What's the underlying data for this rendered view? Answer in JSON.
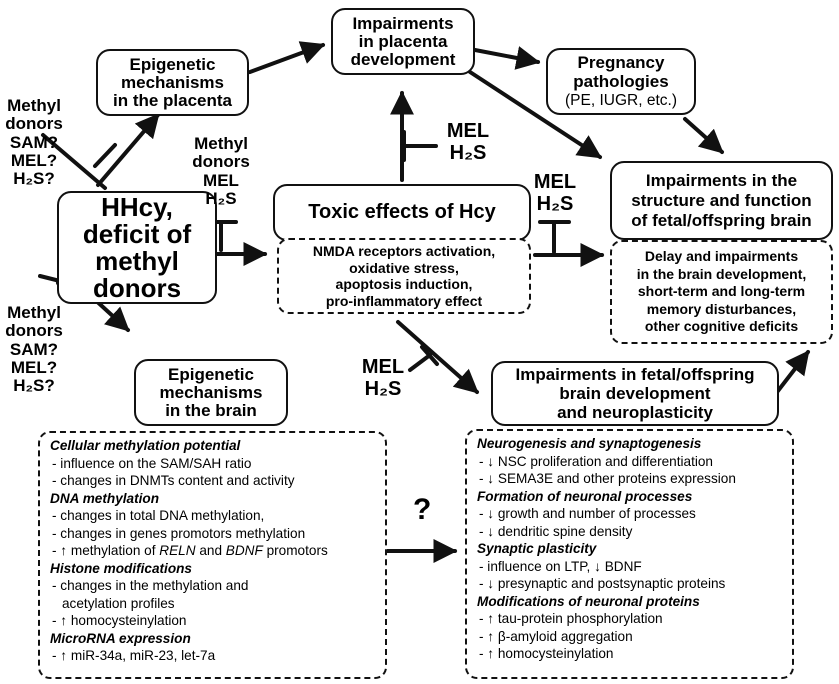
{
  "boxes": {
    "hhcy": [
      "HHcy,",
      "deficit of",
      "methyl",
      "donors"
    ],
    "epi_placenta": [
      "Epigenetic",
      "mechanisms",
      "in the placenta"
    ],
    "impair_placenta": [
      "Impairments",
      "in placenta",
      "development"
    ],
    "pregnancy": [
      "Pregnancy",
      "pathologies"
    ],
    "pregnancy_sub": "(PE, IUGR, etc.)",
    "toxic": "Toxic effects of Hcy",
    "toxic_effects": [
      "NMDA receptors activation,",
      "oxidative stress,",
      "apoptosis induction,",
      "pro-inflammatory effect"
    ],
    "impair_brain": [
      "Impairments in the",
      "structure and function",
      "of fetal/offspring brain"
    ],
    "brain_deficits": [
      "Delay and impairments",
      "in the brain development,",
      "short-term and long-term",
      "memory disturbances,",
      "other cognitive deficits"
    ],
    "epi_brain": [
      "Epigenetic",
      "mechanisms",
      "in the brain"
    ],
    "impair_dev": [
      "Impairments in fetal/offspring",
      "brain development",
      "and neuroplasticity"
    ]
  },
  "labels": {
    "methyl_left_top": [
      "Methyl",
      "donors",
      "SAM?",
      "MEL?",
      "H₂S?"
    ],
    "methyl_mid": [
      "Methyl",
      "donors",
      "MEL",
      "H₂S"
    ],
    "methyl_left_bottom": [
      "Methyl",
      "donors",
      "SAM?",
      "MEL?",
      "H₂S?"
    ],
    "mel_h2s_up": [
      "MEL",
      "H₂S"
    ],
    "mel_h2s_right": [
      "MEL",
      "H₂S"
    ],
    "mel_h2s_low": [
      "MEL",
      "H₂S"
    ],
    "question": "?"
  },
  "epi_brain_list": [
    {
      "type": "sec",
      "text": "Cellular methylation potential"
    },
    {
      "type": "item",
      "text": "- influence on the SAM/SAH ratio"
    },
    {
      "type": "item",
      "text": "- changes in DNMTs content and activity"
    },
    {
      "type": "sec",
      "text": "DNA methylation"
    },
    {
      "type": "item",
      "text": "- changes in total DNA methylation,"
    },
    {
      "type": "item",
      "text": "- changes in genes promotors methylation"
    },
    {
      "type": "item",
      "text": "- ↑ methylation of RELN and BDNF promotors"
    },
    {
      "type": "sec",
      "text": "Histone modifications"
    },
    {
      "type": "item",
      "text": "- changes in the methylation and"
    },
    {
      "type": "cont",
      "text": "acetylation profiles"
    },
    {
      "type": "item",
      "text": "- ↑ homocysteinylation"
    },
    {
      "type": "sec",
      "text": "MicroRNA expression"
    },
    {
      "type": "item",
      "text": "- ↑ miR-34a, miR-23, let-7a"
    }
  ],
  "dev_list": [
    {
      "type": "sec",
      "text": "Neurogenesis and synaptogenesis"
    },
    {
      "type": "item",
      "text": "- ↓ NSC proliferation and differentiation"
    },
    {
      "type": "item",
      "text": "- ↓ SEMA3E and other proteins expression"
    },
    {
      "type": "sec",
      "text": "Formation of neuronal processes"
    },
    {
      "type": "item",
      "text": "- ↓ growth and number of processes"
    },
    {
      "type": "item",
      "text": "- ↓ dendritic spine density"
    },
    {
      "type": "sec",
      "text": "Synaptic plasticity"
    },
    {
      "type": "item",
      "text": "- influence on LTP, ↓ BDNF"
    },
    {
      "type": "item",
      "text": "- ↓ presynaptic and postsynaptic proteins"
    },
    {
      "type": "sec",
      "text": "Modifications of neuronal proteins"
    },
    {
      "type": "item",
      "text": "- ↑ tau-protein phosphorylation"
    },
    {
      "type": "item",
      "text": "- ↑ β-amyloid aggregation"
    },
    {
      "type": "item",
      "text": "- ↑ homocysteinylation"
    }
  ]
}
